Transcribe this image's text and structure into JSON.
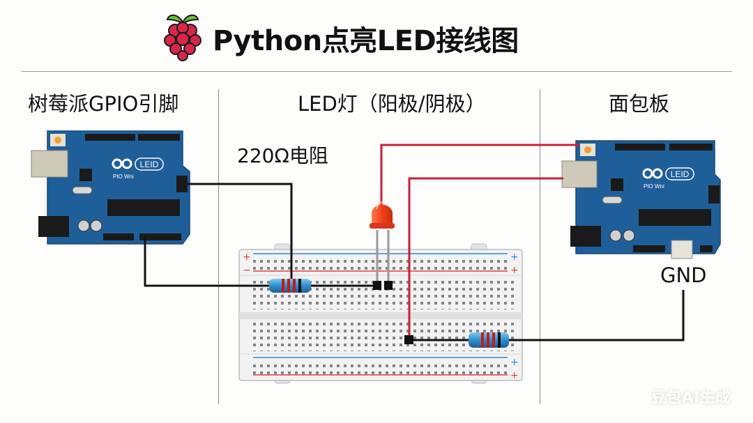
{
  "header": {
    "title": "Python点亮LED接线图",
    "logo_icon": "raspberry-pi-logo-icon"
  },
  "columns": [
    {
      "label": "树莓派GPIO引脚"
    },
    {
      "label": "LED灯（阳极/阴极）"
    },
    {
      "label": "面包板"
    }
  ],
  "annotations": {
    "resistor_label": "220Ω电阻",
    "gnd_label": "GND"
  },
  "boards": [
    {
      "logo_text": "LEID",
      "sub_text": "PIO Wni"
    },
    {
      "logo_text": "LEID",
      "sub_text": "PIO Wni"
    }
  ],
  "breadboard": {
    "rail_plus": "+",
    "rail_minus": "−"
  },
  "colors": {
    "wire_black": "#111111",
    "wire_red": "#c8203a",
    "board_blue": "#1f5f99",
    "led_red": "#e8401f",
    "rail_blue": "#2a8ad8",
    "rail_red": "#e04040"
  },
  "watermark": "豆包AI生成"
}
